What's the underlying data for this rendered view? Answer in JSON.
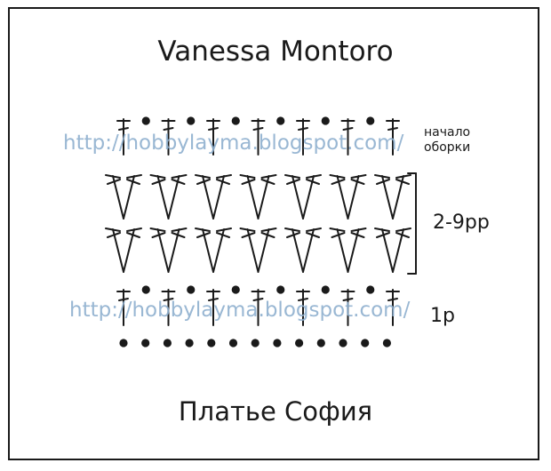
{
  "header": {
    "title": "Vanessa Montoro"
  },
  "footer": {
    "title": "Платье София"
  },
  "watermark": {
    "text": "http://hobbylayma.blogspot.com/"
  },
  "labels": {
    "start_line1": "начало",
    "start_line2": "оборки",
    "rows_range": "2-9рр",
    "row1": "1р"
  },
  "colors": {
    "ink": "#1a1a1a",
    "watermark": "#8fb0cf"
  },
  "diagram": {
    "chain_row_stitches": 13,
    "row1_double_crochets": 7,
    "row1_chains": 6,
    "v_stitch_groups_per_row": 7,
    "v_stitch_rows_shown": 2,
    "ruffle_double_crochets": 7,
    "ruffle_chains": 6
  }
}
